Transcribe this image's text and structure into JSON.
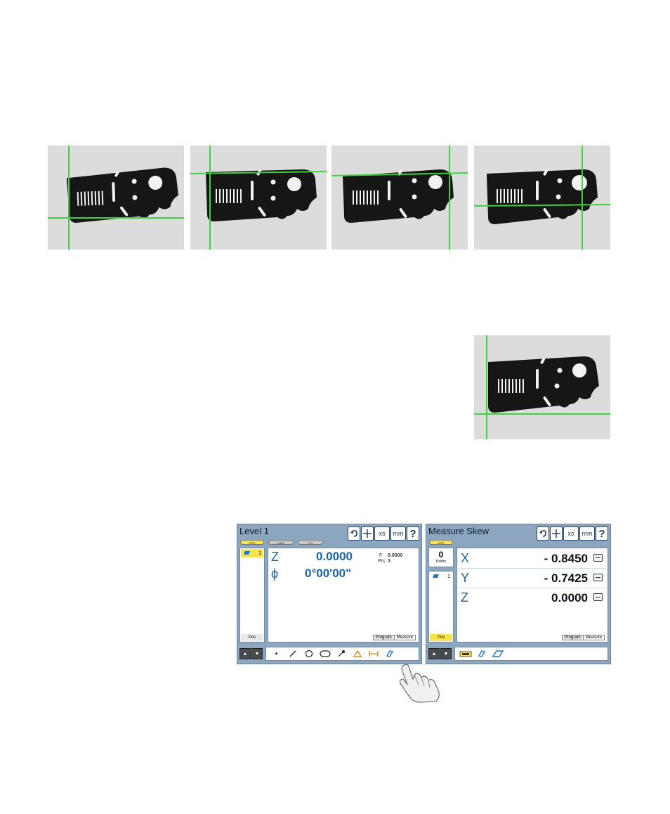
{
  "screen_level": {
    "title": "Level 1",
    "toolbar": {
      "undo": "undo-icon",
      "crosshair": "crosshair-icon",
      "xs": "xs",
      "mm": "mm",
      "help": "?"
    },
    "pills": [
      "DRO",
      "VIEW",
      "TOL"
    ],
    "list_item_number": "1",
    "list_footer": "Pos",
    "z_label": "Z",
    "z_value": "0.0000",
    "phi_value": "0°00'00\"",
    "f_label": "F",
    "f_value": "0.0000",
    "pts_label": "Pts",
    "pts_value": "3",
    "tabs": [
      "Program",
      "Measure"
    ],
    "tools": [
      "point-icon",
      "line-icon",
      "circle-icon",
      "slot-icon",
      "probe-icon",
      "triangle-icon",
      "distance-icon",
      "plane-icon"
    ]
  },
  "screen_skew": {
    "title": "Measure Skew",
    "toolbar": {
      "undo": "undo-icon",
      "crosshair": "crosshair-icon",
      "xs": "xs",
      "mm": "mm",
      "help": "?"
    },
    "pill": "DRO",
    "points_count": "0",
    "points_label": "Points",
    "list_item_number": "1",
    "list_footer": "Pos",
    "x_label": "X",
    "x_value": "- 0.8450",
    "y_label": "Y",
    "y_value": "- 0.7425",
    "z_label": "Z",
    "z_value": "0.0000",
    "tabs": [
      "Program",
      "Measure"
    ]
  },
  "colors": {
    "crosshair": "#3fd23f",
    "part": "#161616",
    "panel_bg": "#dcdcdc",
    "screen_frame": "#8da6bf",
    "readout_blue": "#1d63a8",
    "highlight_yellow": "#f7e34a"
  }
}
